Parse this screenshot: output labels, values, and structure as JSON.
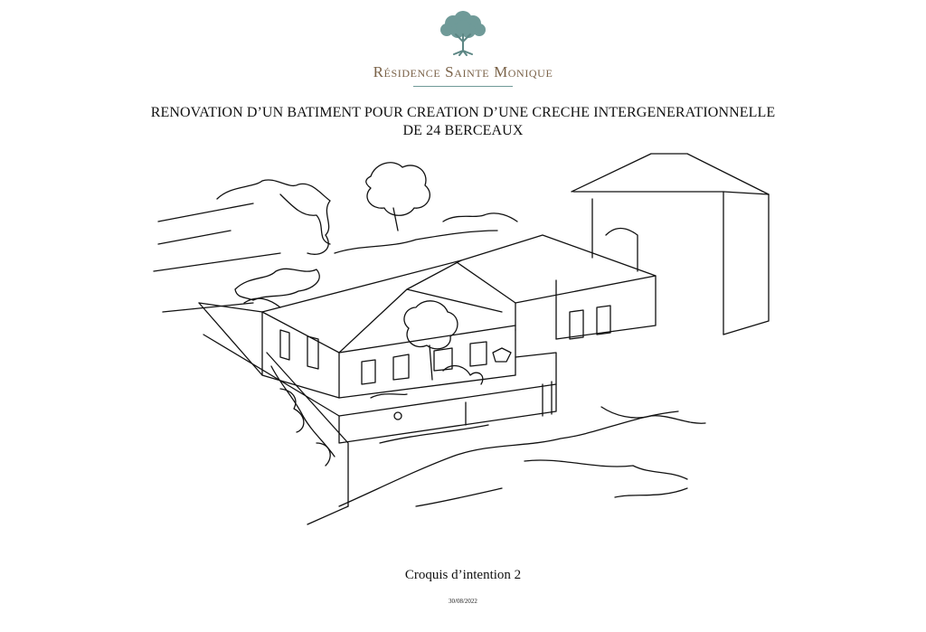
{
  "logo": {
    "name": "Résidence Sainte Monique",
    "icon": "tree-icon",
    "color": "#6f9a98",
    "name_color": "#7a6248"
  },
  "title": {
    "line1": "RENOVATION D’UN BATIMENT POUR CREATION D’UNE CRECHE INTERGENERATIONNELLE",
    "line2": "DE 24 BERCEAUX"
  },
  "sketch": {
    "icon": "building-sketch-illustration"
  },
  "caption": "Croquis d’intention 2",
  "date": "30/08/2022"
}
